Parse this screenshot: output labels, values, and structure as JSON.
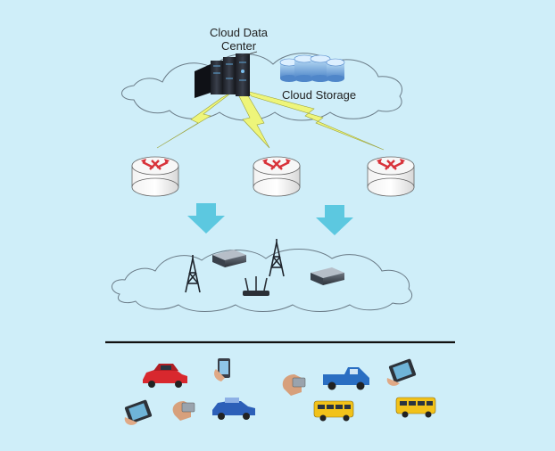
{
  "labels": {
    "datacenter_line1": "Cloud Data",
    "datacenter_line2": "Center",
    "storage": "Cloud Storage"
  },
  "colors": {
    "background": "#cfeef9",
    "cloud_fill": "#cfeef9",
    "cloud_stroke": "#6b7c88",
    "lightning": "#eef57a",
    "arrow": "#5cc8e0",
    "router_arrow": "#d8323a",
    "divider": "#111111"
  },
  "icons": {
    "datacenter": "server-rack-icon",
    "storage": "database-cluster-icon",
    "routers": [
      "router-icon",
      "router-icon",
      "router-icon"
    ],
    "down_arrows": [
      "arrow-down-icon",
      "arrow-down-icon"
    ],
    "edge_network": [
      "cell-tower-icon",
      "server-blade-icon",
      "wifi-router-icon",
      "cell-tower-icon",
      "server-blade-icon"
    ],
    "end_devices": [
      "red-car-icon",
      "smartphone-icon",
      "hand-device-icon",
      "blue-pickup-truck-icon",
      "tablet-icon",
      "tablet-icon",
      "hand-device-icon",
      "blue-car-icon",
      "yellow-bus-icon",
      "yellow-bus-icon"
    ]
  }
}
